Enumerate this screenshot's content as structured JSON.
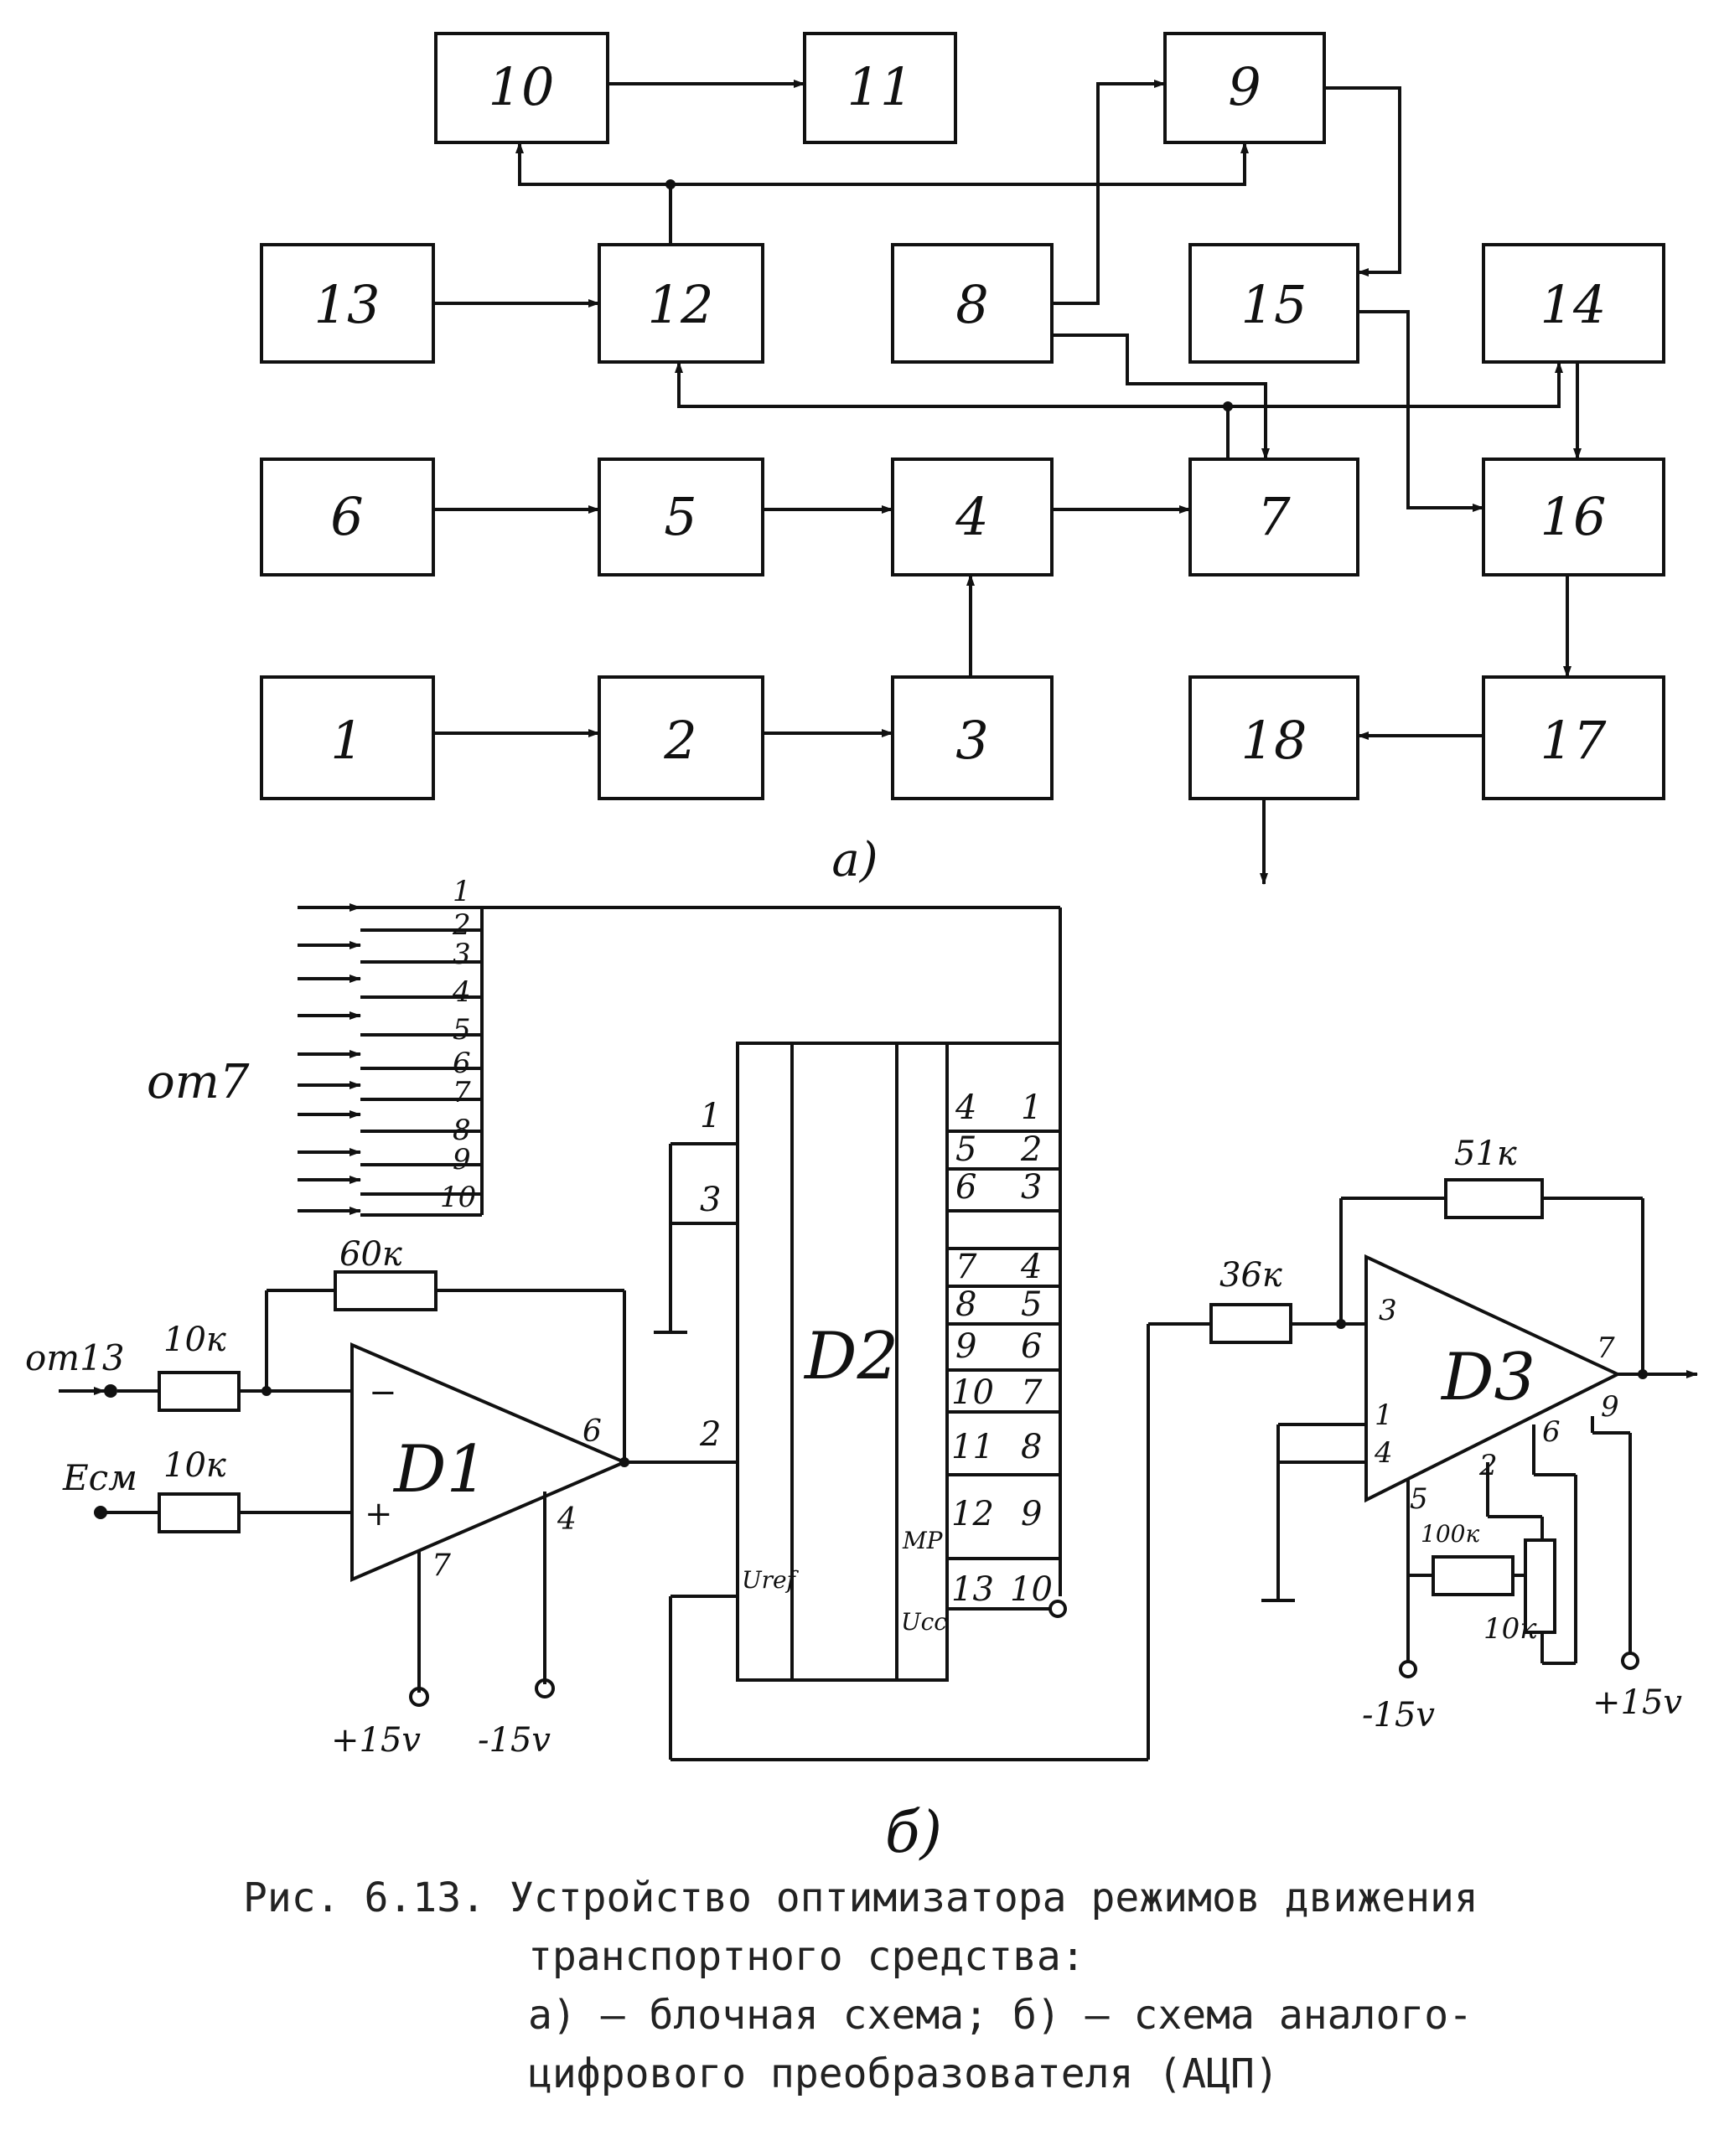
{
  "diagram_a": {
    "label": "а)",
    "blocks": [
      "1",
      "2",
      "3",
      "4",
      "5",
      "6",
      "7",
      "8",
      "9",
      "10",
      "11",
      "12",
      "13",
      "14",
      "15",
      "16",
      "17",
      "18"
    ]
  },
  "diagram_b": {
    "label": "б)",
    "input_from": "от7",
    "bus_lines": [
      "1",
      "2",
      "3",
      "4",
      "5",
      "6",
      "7",
      "8",
      "9",
      "10"
    ],
    "d1": {
      "name": "D1",
      "feedback_resistor": "60к",
      "input_resistor": "10к",
      "bias_resistor": "10к",
      "input_label": "от13",
      "bias_label": "Eсм",
      "minus": "−",
      "plus": "+",
      "pin_out": "6",
      "pin_7": "7",
      "pin_4": "4",
      "supply_pos": "+15v",
      "supply_neg": "-15v"
    },
    "d2": {
      "name": "D2",
      "left_pins": [
        "1",
        "3",
        "2"
      ],
      "uref": "Uref",
      "mp": "MP",
      "ucc": "Ucc",
      "inner_pins": [
        "4",
        "5",
        "6",
        "7",
        "8",
        "9",
        "10",
        "11",
        "12",
        "13"
      ],
      "outer_pins": [
        "1",
        "2",
        "3",
        "4",
        "5",
        "6",
        "7",
        "8",
        "9",
        "10"
      ]
    },
    "d3": {
      "name": "D3",
      "feedback_resistor": "51к",
      "input_resistor": "36к",
      "trim_resistor": "100к",
      "pot": "10к",
      "pins": [
        "3",
        "1",
        "4",
        "5",
        "2",
        "6",
        "7",
        "9"
      ],
      "supply_neg": "-15v",
      "supply_pos": "+15v"
    }
  },
  "caption": {
    "line1": "Рис. 6.13. Устройство оптимизатора режимов движения",
    "line2": "транспортного средства:",
    "line3": "а) – блочная схема; б) – схема аналого-",
    "line4": "цифрового преобразователя (АЦП)"
  }
}
